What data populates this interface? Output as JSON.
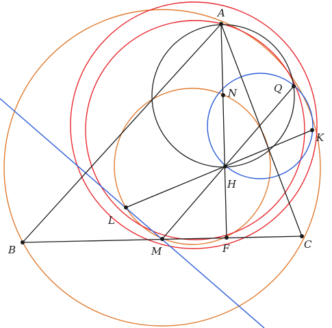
{
  "colors": {
    "orange": "#e07a2e",
    "red": "#e8282e",
    "black": "#1a1a1a",
    "blue": "#2a5bd6",
    "background": "#ffffff"
  },
  "points": {
    "A": "A",
    "N": "N",
    "Q": "Q",
    "K": "K",
    "H": "H",
    "L": "L",
    "B": "B",
    "M": "M",
    "F": "F",
    "C": "C"
  }
}
